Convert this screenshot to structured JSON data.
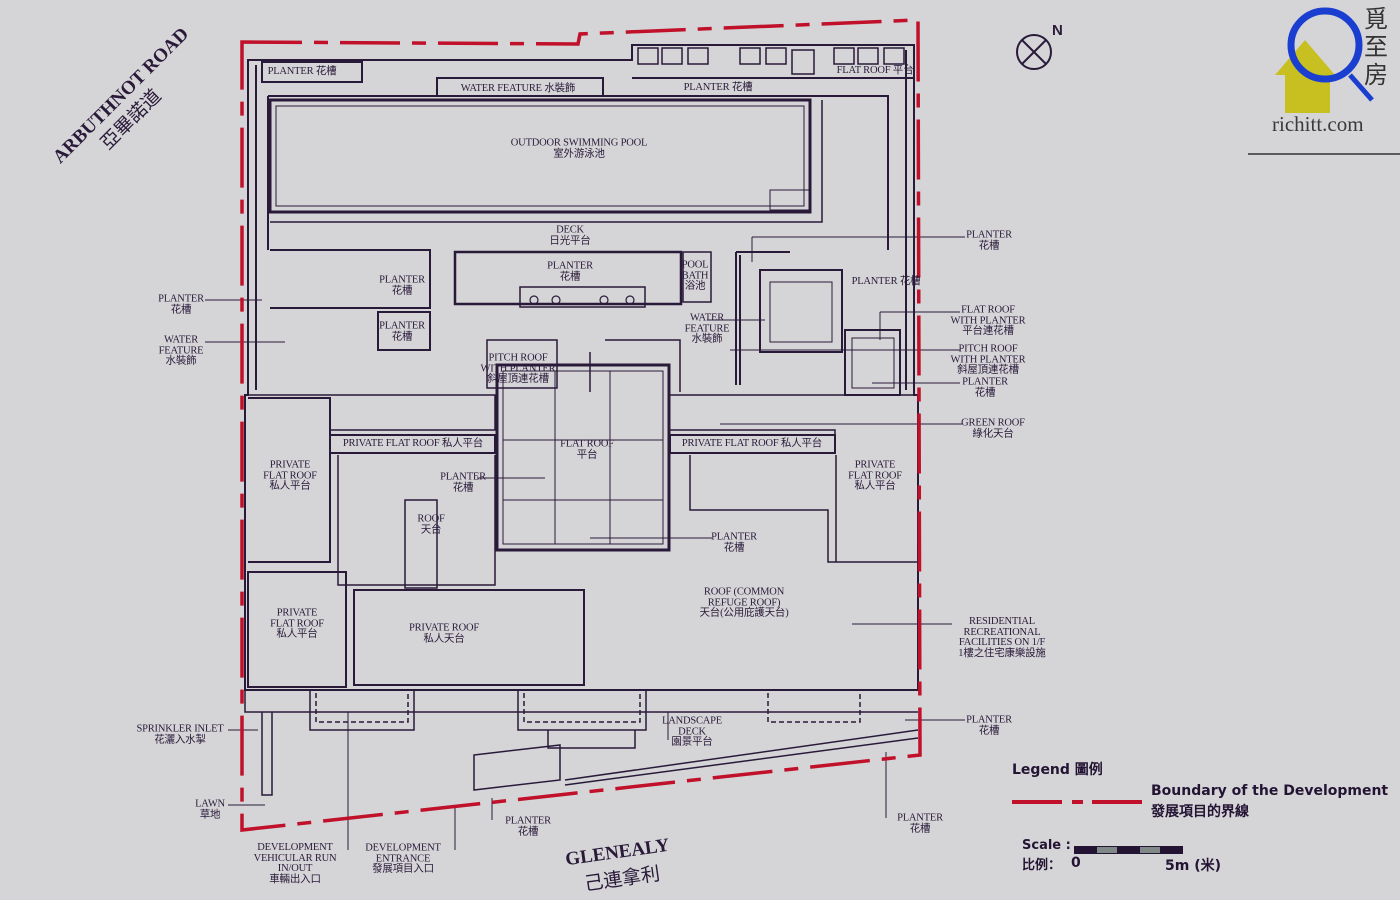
{
  "colors": {
    "ink": "#2a1a3a",
    "boundary": "#c0102a",
    "background": "#d5d5d7",
    "logo_blue": "#1a3fd0",
    "logo_yellow": "#c8c020"
  },
  "logo": {
    "text": "richitt.com",
    "chars": "覓至房",
    "icon": "at-house-logo"
  },
  "compass": {
    "label": "N",
    "icon": "north-arrow-icon"
  },
  "roads": {
    "arbuthnot_en": "ARBUTHNOT ROAD",
    "arbuthnot_zh": "亞畢諾道",
    "glenealy_en": "GLENEALY",
    "glenealy_zh": "己連拿利"
  },
  "labels": {
    "planter_top_left": [
      "PLANTER 花槽"
    ],
    "water_feature_top": [
      "WATER FEATURE 水裝飾"
    ],
    "planter_top": [
      "PLANTER 花槽"
    ],
    "flat_roof_top": [
      "FLAT ROOF 平台"
    ],
    "pool": [
      "OUTDOOR SWIMMING POOL",
      "室外游泳池"
    ],
    "deck": [
      "DECK",
      "日光平台"
    ],
    "planter_a": [
      "PLANTER",
      "花槽"
    ],
    "planter_b": [
      "PLANTER",
      "花槽"
    ],
    "planter_c": [
      "PLANTER",
      "花槽"
    ],
    "bath": [
      "POOL",
      "BATH",
      "浴池"
    ],
    "water_feature_mid": [
      "WATER",
      "FEATURE",
      "水裝飾"
    ],
    "pitch_roof_mid": [
      "PITCH ROOF",
      "WITH PLANTER",
      "斜屋頂連花槽"
    ],
    "planter_right_inner": [
      "PLANTER 花槽"
    ],
    "private_flat_roof_band_l": [
      "PRIVATE FLAT ROOF 私人平台"
    ],
    "private_flat_roof_band_r": [
      "PRIVATE FLAT ROOF 私人平台"
    ],
    "flat_roof_center": [
      "FLAT ROOF",
      "平台"
    ],
    "private_flat_roof_left": [
      "PRIVATE",
      "FLAT ROOF",
      "私人平台"
    ],
    "private_flat_roof_right": [
      "PRIVATE",
      "FLAT ROOF",
      "私人平台"
    ],
    "planter_center": [
      "PLANTER",
      "花槽"
    ],
    "roof_small": [
      "ROOF",
      "天台"
    ],
    "planter_center_r": [
      "PLANTER",
      "花槽"
    ],
    "roof_common": [
      "ROOF (COMMON",
      "REFUGE ROOF)",
      "天台(公用庇護天台)"
    ],
    "private_flat_roof_low": [
      "PRIVATE",
      "FLAT ROOF",
      "私人平台"
    ],
    "private_roof": [
      "PRIVATE ROOF",
      "私人天台"
    ],
    "left_planter": [
      "PLANTER",
      "花槽"
    ],
    "left_water_feature": [
      "WATER",
      "FEATURE",
      "水裝飾"
    ],
    "right_planter_1": [
      "PLANTER",
      "花槽"
    ],
    "right_flat_roof_planter": [
      "FLAT ROOF",
      "WITH PLANTER",
      "平台連花槽"
    ],
    "right_pitch_roof": [
      "PITCH ROOF",
      "WITH PLANTER",
      "斜屋頂連花槽"
    ],
    "right_planter_2": [
      "PLANTER",
      "花槽"
    ],
    "right_green_roof": [
      "GREEN ROOF",
      "綠化天台"
    ],
    "right_residential": [
      "RESIDENTIAL",
      "RECREATIONAL",
      "FACILITIES ON 1/F",
      "1樓之住宅康樂設施"
    ],
    "right_planter_3": [
      "PLANTER",
      "花槽"
    ],
    "sprinkler": [
      "SPRINKLER INLET",
      "花灑入水掣"
    ],
    "lawn": [
      "LAWN",
      "草地"
    ],
    "vehicular": [
      "DEVELOPMENT",
      "VEHICULAR RUN",
      "IN/OUT",
      "車輛出入口"
    ],
    "entrance": [
      "DEVELOPMENT",
      "ENTRANCE",
      "發展項目入口"
    ],
    "planter_bottom": [
      "PLANTER",
      "花槽"
    ],
    "landscape_deck": [
      "LANDSCAPE",
      "DECK",
      "園景平台"
    ],
    "planter_bottom_r": [
      "PLANTER",
      "花槽"
    ]
  },
  "legend": {
    "title": "Legend 圖例",
    "boundary_en": "Boundary of the Development",
    "boundary_zh": "發展項目的界線",
    "scale_en": "Scale :",
    "scale_zh": "比例：",
    "scale_0": "0",
    "scale_5": "5m (米)"
  }
}
